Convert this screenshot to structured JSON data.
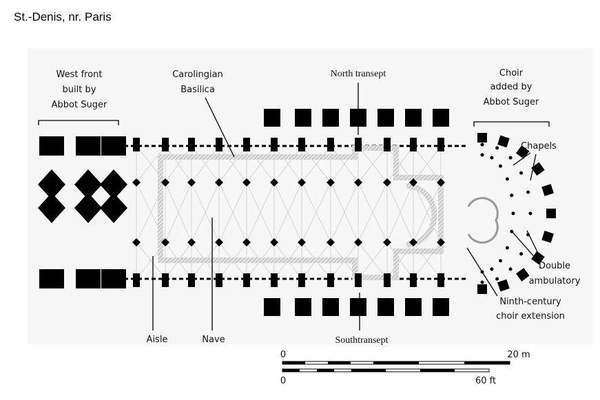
{
  "title": "St.-Denis, nr. Paris",
  "labels": {
    "west_front": [
      "West front",
      "built by",
      "Abbot Suger"
    ],
    "carolingian": [
      "Carolingian",
      "Basilica"
    ],
    "north_transept": "North transept",
    "choir": [
      "Choir",
      "added by",
      "Abbot Suger"
    ],
    "chapels": "Chapels",
    "double_ambulatory": [
      "Double",
      "ambulatory"
    ],
    "ninth_century": [
      "Ninth-century",
      "choir extension"
    ],
    "aisle": "Aisle",
    "nave": "Nave",
    "south_transept": "Southtransept"
  },
  "scale": {
    "metric_zero": "0",
    "metric_end": "20 m",
    "imperial_zero": "0",
    "imperial_end": "60 ft"
  }
}
